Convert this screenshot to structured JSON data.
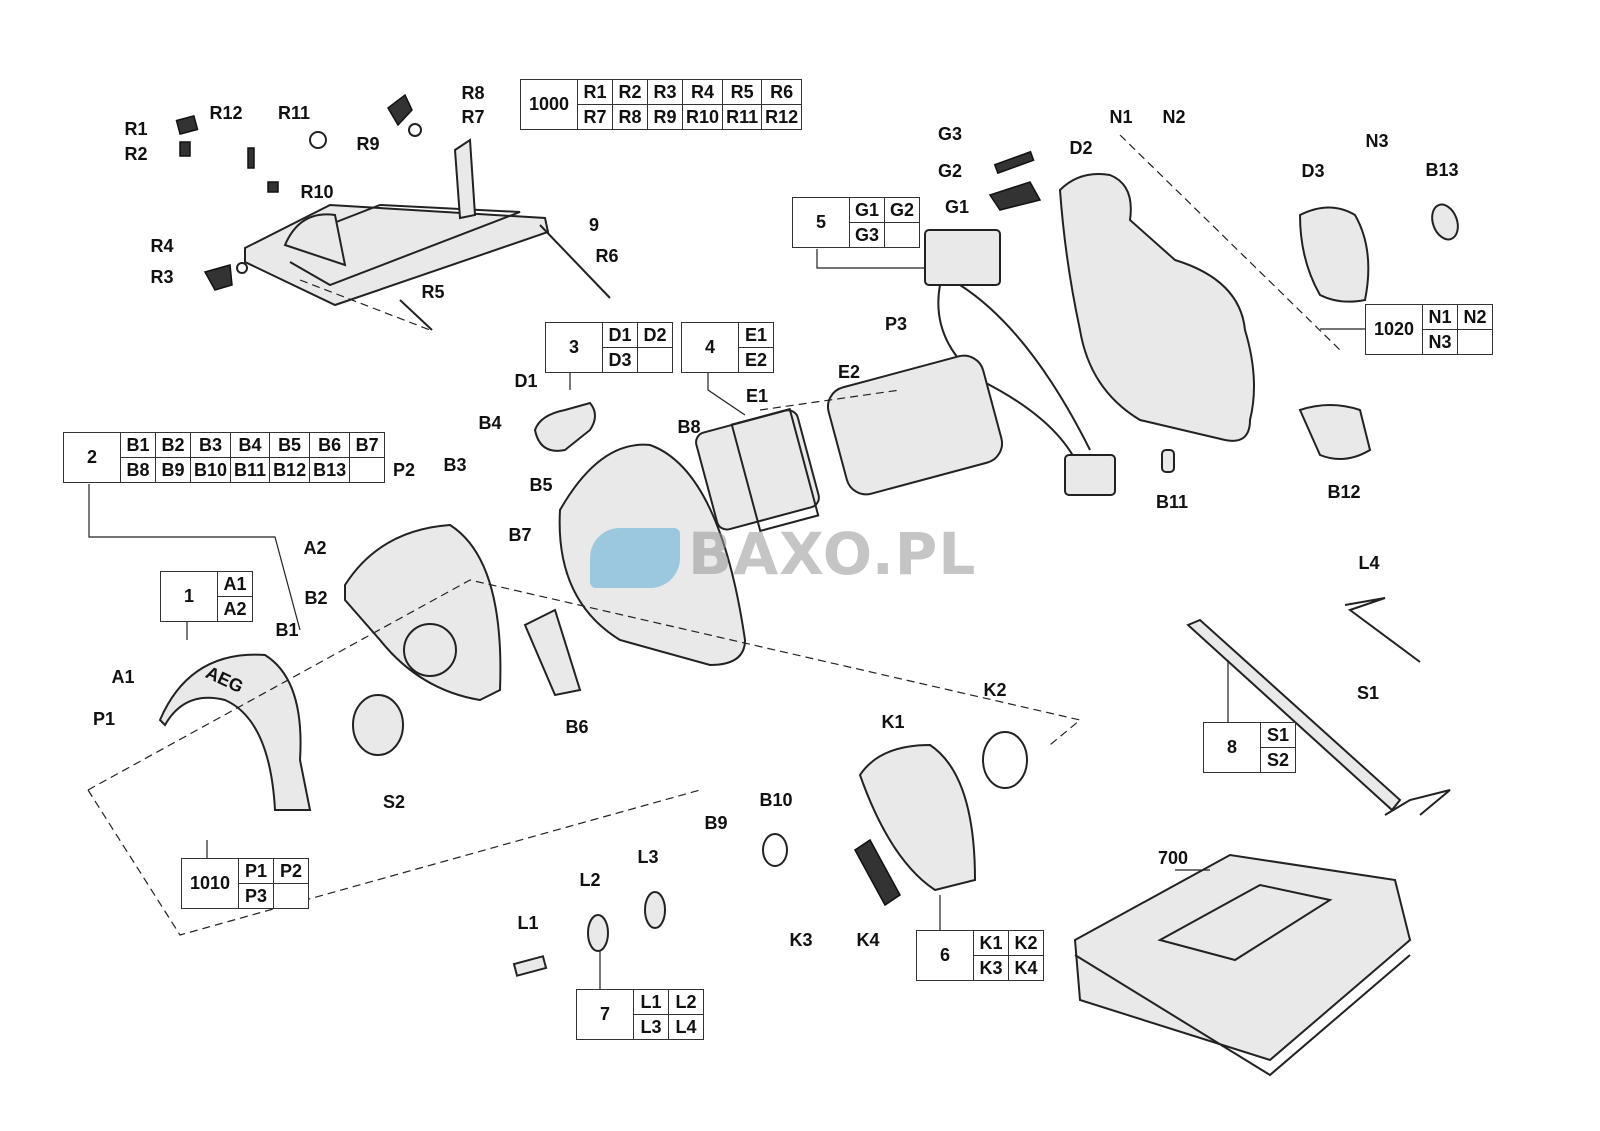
{
  "watermark": "BAXO.PL",
  "guard_logo": "AEG",
  "kits": [
    {
      "id": "1000",
      "rows": [
        [
          "R1",
          "R2",
          "R3",
          "R4",
          "R5",
          "R6"
        ],
        [
          "R7",
          "R8",
          "R9",
          "R10",
          "R11",
          "R12"
        ]
      ]
    },
    {
      "id": "5",
      "rows": [
        [
          "G1",
          "G2"
        ],
        [
          "G3",
          ""
        ]
      ]
    },
    {
      "id": "3",
      "rows": [
        [
          "D1",
          "D2"
        ],
        [
          "D3",
          ""
        ]
      ]
    },
    {
      "id": "4",
      "rows": [
        [
          "E1"
        ],
        [
          "E2"
        ]
      ]
    },
    {
      "id": "1020",
      "rows": [
        [
          "N1",
          "N2"
        ],
        [
          "N3",
          ""
        ]
      ]
    },
    {
      "id": "2",
      "rows": [
        [
          "B1",
          "B2",
          "B3",
          "B4",
          "B5",
          "B6",
          "B7"
        ],
        [
          "B8",
          "B9",
          "B10",
          "B11",
          "B12",
          "B13",
          ""
        ]
      ]
    },
    {
      "id": "1",
      "rows": [
        [
          "A1"
        ],
        [
          "A2"
        ]
      ]
    },
    {
      "id": "8",
      "rows": [
        [
          "S1"
        ],
        [
          "S2"
        ]
      ]
    },
    {
      "id": "1010",
      "rows": [
        [
          "P1",
          "P2"
        ],
        [
          "P3",
          ""
        ]
      ]
    },
    {
      "id": "6",
      "rows": [
        [
          "K1",
          "K2"
        ],
        [
          "K3",
          "K4"
        ]
      ]
    },
    {
      "id": "7",
      "rows": [
        [
          "L1",
          "L2"
        ],
        [
          "L3",
          "L4"
        ]
      ]
    }
  ],
  "callouts": [
    "R1",
    "R2",
    "R12",
    "R11",
    "R9",
    "R10",
    "R8",
    "R7",
    "9",
    "R4",
    "R3",
    "R6",
    "R5",
    "G3",
    "G2",
    "G1",
    "D2",
    "N1",
    "N2",
    "N3",
    "D3",
    "B13",
    "P3",
    "E2",
    "E1",
    "D1",
    "B4",
    "B8",
    "B3",
    "B5",
    "P2",
    "B7",
    "A2",
    "B2",
    "B1",
    "A1",
    "P1",
    "B6",
    "S2",
    "K2",
    "K1",
    "B10",
    "B9",
    "L3",
    "L2",
    "L1",
    "K3",
    "K4",
    "B11",
    "B12",
    "L4",
    "S1",
    "700"
  ]
}
